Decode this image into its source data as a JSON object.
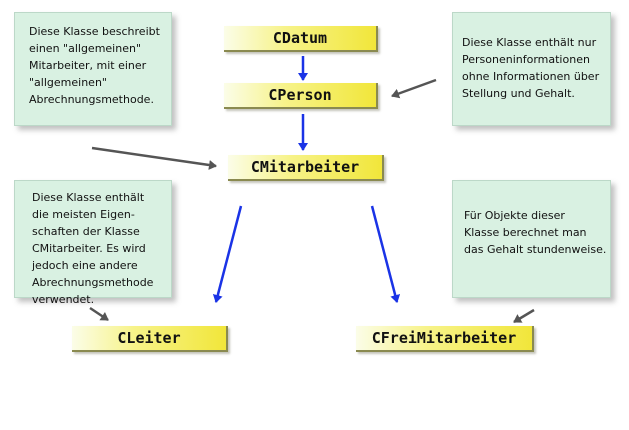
{
  "classes": {
    "cdatum": "CDatum",
    "cperson": "CPerson",
    "cmitarbeiter": "CMitarbeiter",
    "cleiter": "CLeiter",
    "cfreimitarbeiter": "CFreiMitarbeiter"
  },
  "notes": {
    "mitarbeiter": "Diese Klasse beschreibt\neinen \"allgemeinen\"\nMitarbeiter, mit einer\n\"allgemeinen\"\nAbrechnungsmethode.",
    "person": "Diese Klasse enthält nur\nPersoneninformationen\nohne Informationen über\nStellung und Gehalt.",
    "leiter": "Diese Klasse enthält\ndie meisten Eigen-\nschaften der Klasse\nCMitarbeiter. Es wird\njedoch eine andere\nAbrechnungsmethode\nverwendet.",
    "frei": "Für Objekte dieser\nKlasse  berechnet man\ndas Gehalt stundenweise."
  },
  "colors": {
    "note_bg": "#d9f1e2",
    "class_fill": "#f1e63a",
    "inheritance_arrow": "#1a33e6",
    "note_pointer": "#555555"
  }
}
